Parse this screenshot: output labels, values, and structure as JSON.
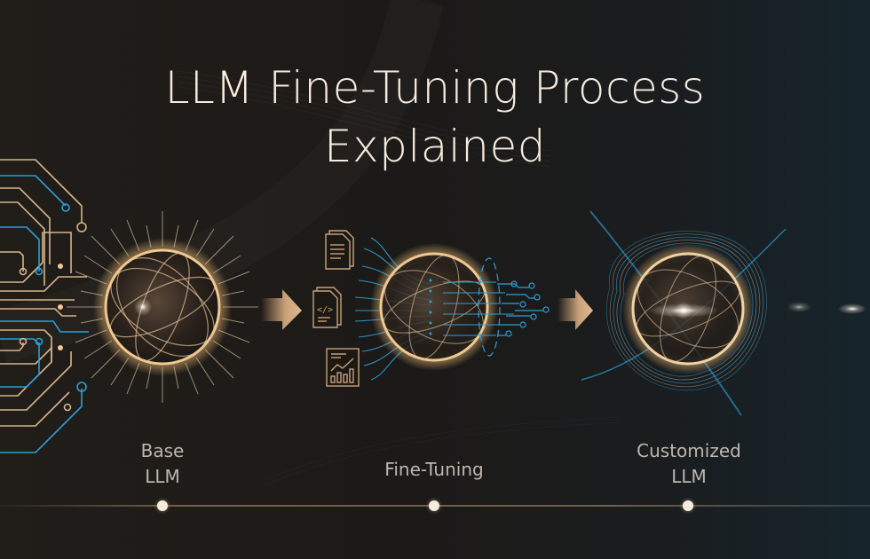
{
  "title": {
    "line1": "LLM Fine-Tuning Process",
    "line2": "Explained"
  },
  "stages": [
    {
      "id": "base",
      "label_line1": "Base",
      "label_line2": "LLM",
      "icon": "glowing-globe-sunburst-icon"
    },
    {
      "id": "finetune",
      "label_line1": "Fine-Tuning",
      "label_line2": "",
      "icon": "globe-data-streams-icon"
    },
    {
      "id": "custom",
      "label_line1": "Customized",
      "label_line2": "LLM",
      "icon": "globe-energy-beam-icon"
    }
  ],
  "inputs": [
    {
      "icon": "document-text-icon"
    },
    {
      "icon": "code-file-icon"
    },
    {
      "icon": "chart-report-icon"
    }
  ],
  "arrows": [
    {
      "icon": "arrow-right-icon"
    },
    {
      "icon": "arrow-right-icon"
    }
  ],
  "colors": {
    "gold": "#e8c08a",
    "gold_dark": "#b8895a",
    "blue": "#2a9fd6",
    "title": "#f7ecdd",
    "label": "#bdb6ad",
    "bg_left": "#211d19",
    "bg_right": "#16252c"
  }
}
